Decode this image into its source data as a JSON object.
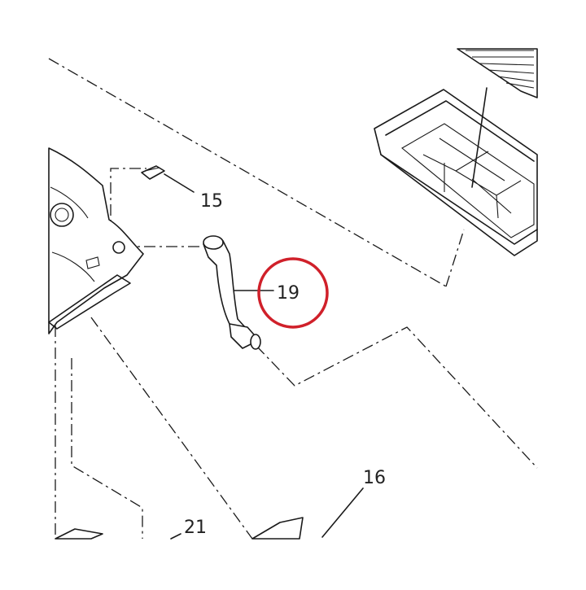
{
  "callouts": [
    {
      "id": "15",
      "label": "15"
    },
    {
      "id": "19",
      "label": "19"
    },
    {
      "id": "16",
      "label": "16"
    },
    {
      "id": "21",
      "label": "21"
    }
  ],
  "highlight": {
    "target": "19",
    "color": "#d0202a"
  }
}
